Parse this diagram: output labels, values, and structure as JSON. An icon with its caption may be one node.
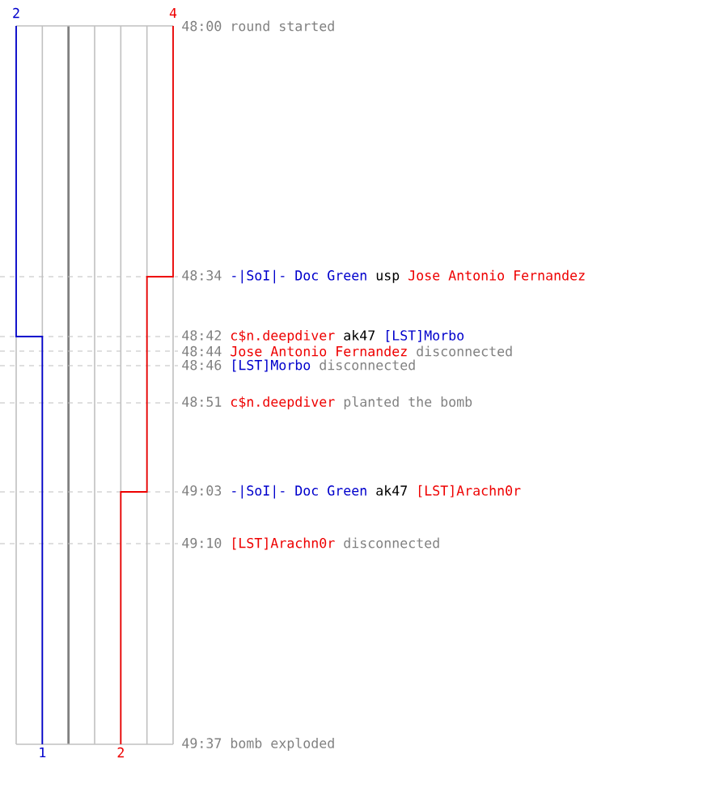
{
  "diagram": {
    "labels": [
      "2",
      "4",
      "48:00",
      "round started",
      "48:34",
      "-|SoI|- Doc Green",
      "usp",
      "Jose Antonio Fernandez",
      "48:42",
      "c$n.deepdiver",
      "ak47",
      "[LST]Morbo",
      "48:44",
      "Jose Antonio Fernandez",
      "disconnected",
      "48:46",
      "[LST]Morbo",
      "disconnected",
      "48:51",
      "c$n.deepdiver",
      "planted the bomb",
      "49:03",
      "-|SoI|- Doc Green",
      "ak47",
      "[LST]Arachn0r",
      "49:10",
      "[LST]Arachn0r",
      "disconnected",
      "49:37",
      "bomb exploded",
      "1",
      "2"
    ]
  }
}
